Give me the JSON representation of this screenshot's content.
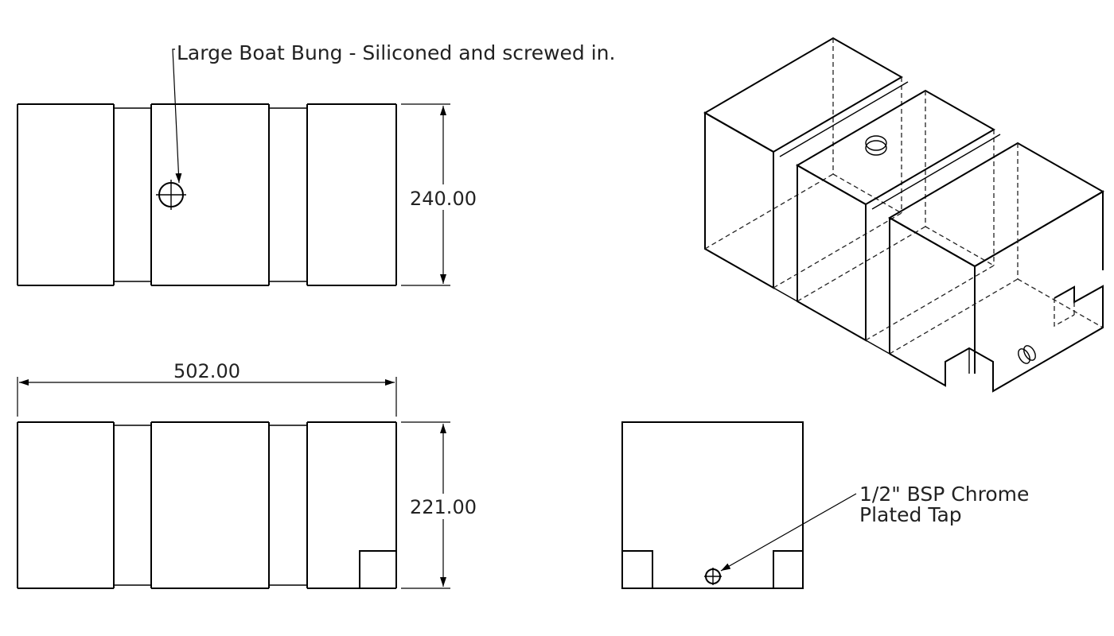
{
  "annotations": {
    "bung_note": "Large Boat Bung - Siliconed and screwed in.",
    "tap_note_line1": "1/2\" BSP Chrome",
    "tap_note_line2": "Plated Tap"
  },
  "dimensions": {
    "top_view_height": "240.00",
    "overall_width": "502.00",
    "front_view_height": "221.00"
  }
}
